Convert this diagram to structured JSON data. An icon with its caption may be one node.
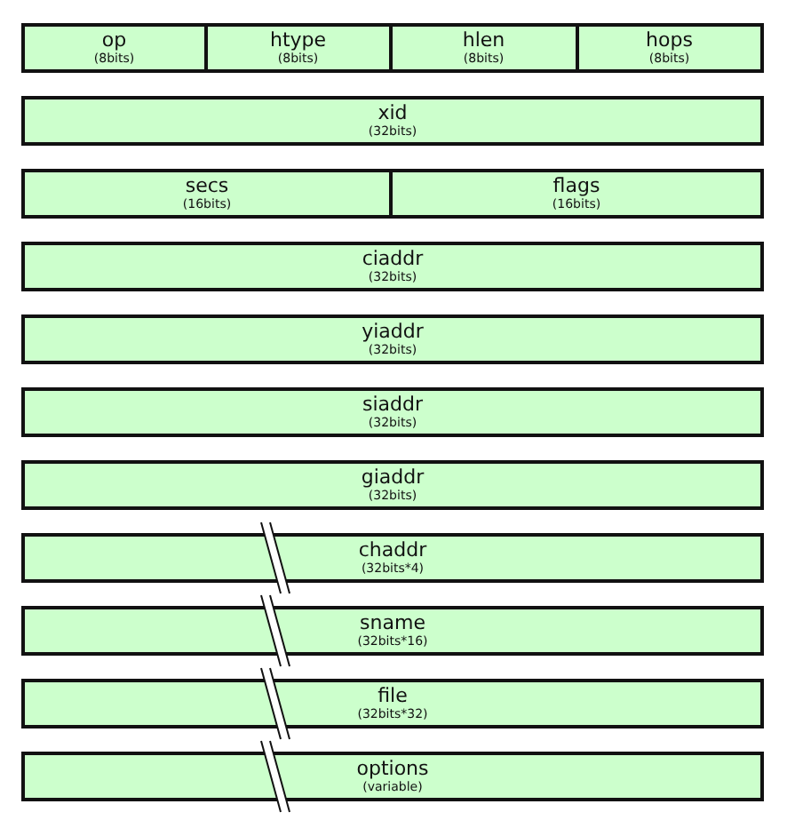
{
  "diagram": {
    "nodes": [
      {
        "text": [
          "op",
          "(8bits)"
        ]
      },
      {
        "text": [
          "htype",
          "(8bits)"
        ]
      },
      {
        "text": [
          "hlen",
          "(8bits)"
        ]
      },
      {
        "text": [
          "hops",
          "(8bits)"
        ]
      },
      {
        "text": [
          "xid",
          "(32bits)"
        ]
      },
      {
        "text": [
          "secs",
          "(16bits)"
        ]
      },
      {
        "text": [
          "flags",
          "(16bits)"
        ]
      },
      {
        "text": [
          "ciaddr",
          "(32bits)"
        ]
      },
      {
        "text": [
          "yiaddr",
          "(32bits)"
        ]
      },
      {
        "text": [
          "siaddr",
          "(32bits)"
        ]
      },
      {
        "text": [
          "giaddr",
          "(32bits)"
        ]
      },
      {
        "text": [
          "chaddr",
          "(32bits*4)"
        ]
      },
      {
        "text": [
          "sname",
          "(32bits*16)"
        ]
      },
      {
        "text": [
          "file",
          "(32bits*32)"
        ]
      },
      {
        "text": [
          "options",
          "(variable)"
        ]
      }
    ]
  }
}
